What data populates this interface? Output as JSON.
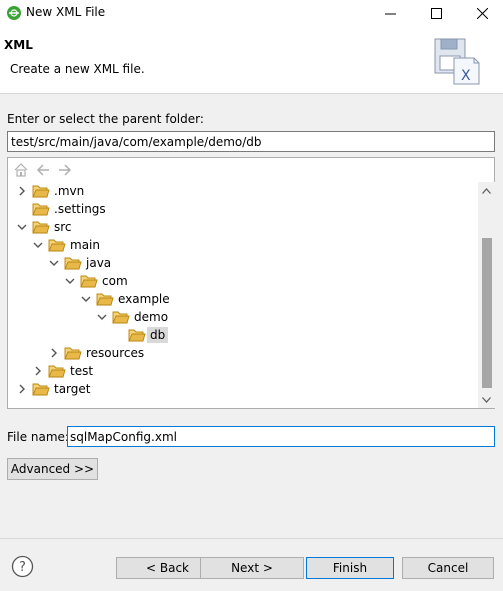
{
  "window": {
    "title": "New XML File",
    "icon": "eclipse-icon"
  },
  "header": {
    "title": "XML",
    "description": "Create a new XML file.",
    "graphic": "xml-file-wizard-icon"
  },
  "parent_folder": {
    "label": "Enter or select the parent folder:",
    "value": "test/src/main/java/com/example/demo/db"
  },
  "tree": {
    "toolbar": [
      "home-icon",
      "back-arrow-icon",
      "forward-arrow-icon"
    ],
    "nodes": [
      {
        "label": ".mvn",
        "depth": 0,
        "state": "collapsed"
      },
      {
        "label": ".settings",
        "depth": 0,
        "state": "none"
      },
      {
        "label": "src",
        "depth": 0,
        "state": "expanded"
      },
      {
        "label": "main",
        "depth": 1,
        "state": "expanded"
      },
      {
        "label": "java",
        "depth": 2,
        "state": "expanded"
      },
      {
        "label": "com",
        "depth": 3,
        "state": "expanded"
      },
      {
        "label": "example",
        "depth": 4,
        "state": "expanded"
      },
      {
        "label": "demo",
        "depth": 5,
        "state": "expanded"
      },
      {
        "label": "db",
        "depth": 6,
        "state": "none",
        "selected": true
      },
      {
        "label": "resources",
        "depth": 2,
        "state": "collapsed"
      },
      {
        "label": "test",
        "depth": 1,
        "state": "collapsed"
      },
      {
        "label": "target",
        "depth": 0,
        "state": "collapsed"
      }
    ]
  },
  "file_name": {
    "label": "File name:",
    "value": "sqlMapConfig.xml"
  },
  "buttons": {
    "advanced": "Advanced >>",
    "back": "< Back",
    "next": "Next >",
    "finish": "Finish",
    "cancel": "Cancel"
  },
  "colors": {
    "folder": "#e8b94a",
    "accent": "#0078d7",
    "selection": "#d9d9d9"
  }
}
